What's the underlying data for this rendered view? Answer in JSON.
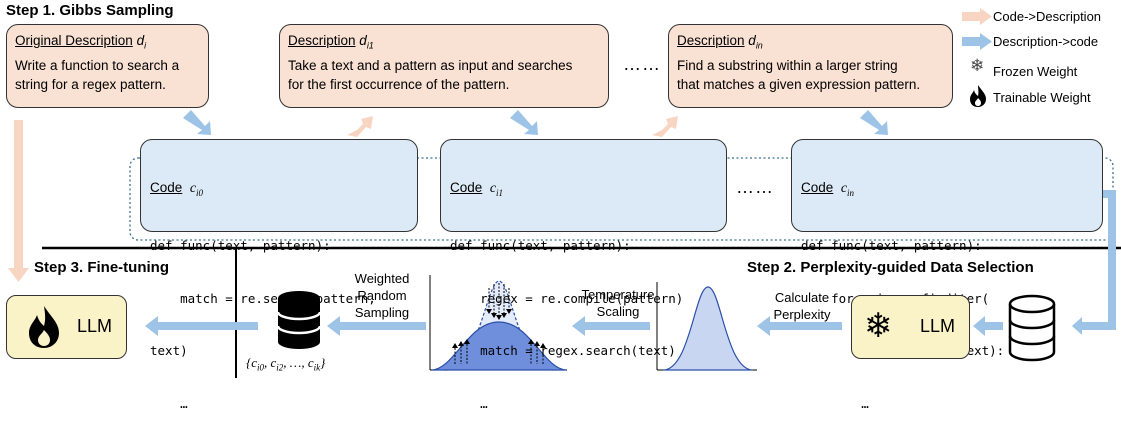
{
  "steps": {
    "step1": "Step 1. Gibbs Sampling",
    "step2": "Step 2. Perplexity-guided Data Selection",
    "step3": "Step 3. Fine-tuning"
  },
  "legend": {
    "code_to_desc": "Code->Description",
    "desc_to_code": "Description->code",
    "frozen": "Frozen Weight",
    "trainable": "Trainable Weight"
  },
  "descriptions": [
    {
      "title": "Original Description",
      "var": "d",
      "sub": "i",
      "lines": [
        "Write a function to search a",
        "string for a regex pattern."
      ]
    },
    {
      "title": "Description",
      "var": "d",
      "sub": "i1",
      "lines": [
        "Take a text and a pattern as input and searches",
        "for the first occurrence of the pattern."
      ]
    },
    {
      "title": "Description",
      "var": "d",
      "sub": "in",
      "lines": [
        "Find a substring within a larger string",
        "that matches a given expression pattern."
      ]
    }
  ],
  "codes": [
    {
      "title": "Code",
      "var": "c",
      "sub": "i0",
      "lines": [
        "def func(text, pattern):",
        "    match = re.search(pattern,",
        "text)",
        "    …"
      ]
    },
    {
      "title": "Code",
      "var": "c",
      "sub": "i1",
      "lines": [
        "def func(text, pattern):",
        "    regex = re.compile(pattern)",
        "    match = regex.search(text)",
        "    …"
      ]
    },
    {
      "title": "Code",
      "var": "c",
      "sub": "in",
      "lines": [
        "def func(text, pattern):",
        "    for m in re.finditer(",
        "            pattern, text):",
        "        …"
      ]
    }
  ],
  "ellipsis": "……",
  "llm_label": "LLM",
  "labels": {
    "calc_perplexity": [
      "Calculate",
      "Perplexity"
    ],
    "temp_scaling": [
      "Temperature",
      "Scaling"
    ],
    "weighted_sampling": [
      "Weighted",
      "Random",
      "Sampling"
    ],
    "selected_set": "{c_{i0}, c_{i2}, …, c_{ik}}"
  },
  "colors": {
    "desc_fill": "#f9e1d3",
    "code_fill": "#dce9f6",
    "llm_fill": "#fbf3c8",
    "arrow_peach": "#f8d5c2",
    "arrow_blue": "#9dc3e6",
    "curve_fill": "#c9d6f2",
    "curve_dark": "#6f8fdd"
  }
}
